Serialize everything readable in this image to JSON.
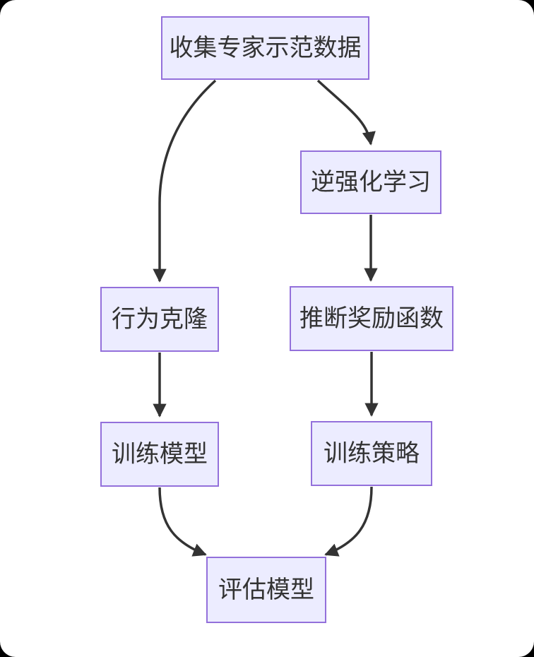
{
  "diagram": {
    "type": "flowchart",
    "direction": "top-down",
    "nodes": [
      {
        "id": "collect",
        "label": "收集专家示范数据"
      },
      {
        "id": "irl",
        "label": "逆强化学习"
      },
      {
        "id": "bc",
        "label": "行为克隆"
      },
      {
        "id": "reward",
        "label": "推断奖励函数"
      },
      {
        "id": "train_model",
        "label": "训练模型"
      },
      {
        "id": "train_policy",
        "label": "训练策略"
      },
      {
        "id": "evaluate",
        "label": "评估模型"
      }
    ],
    "edges": [
      {
        "from": "collect",
        "to": "bc"
      },
      {
        "from": "collect",
        "to": "irl"
      },
      {
        "from": "irl",
        "to": "reward"
      },
      {
        "from": "bc",
        "to": "train_model"
      },
      {
        "from": "reward",
        "to": "train_policy"
      },
      {
        "from": "train_model",
        "to": "evaluate"
      },
      {
        "from": "train_policy",
        "to": "evaluate"
      }
    ],
    "colors": {
      "node_fill": "#ECECFF",
      "node_border": "#9370DB",
      "text": "#333333",
      "arrow": "#333333",
      "canvas_background": "#FFFFFF",
      "page_background": "#000000"
    }
  }
}
